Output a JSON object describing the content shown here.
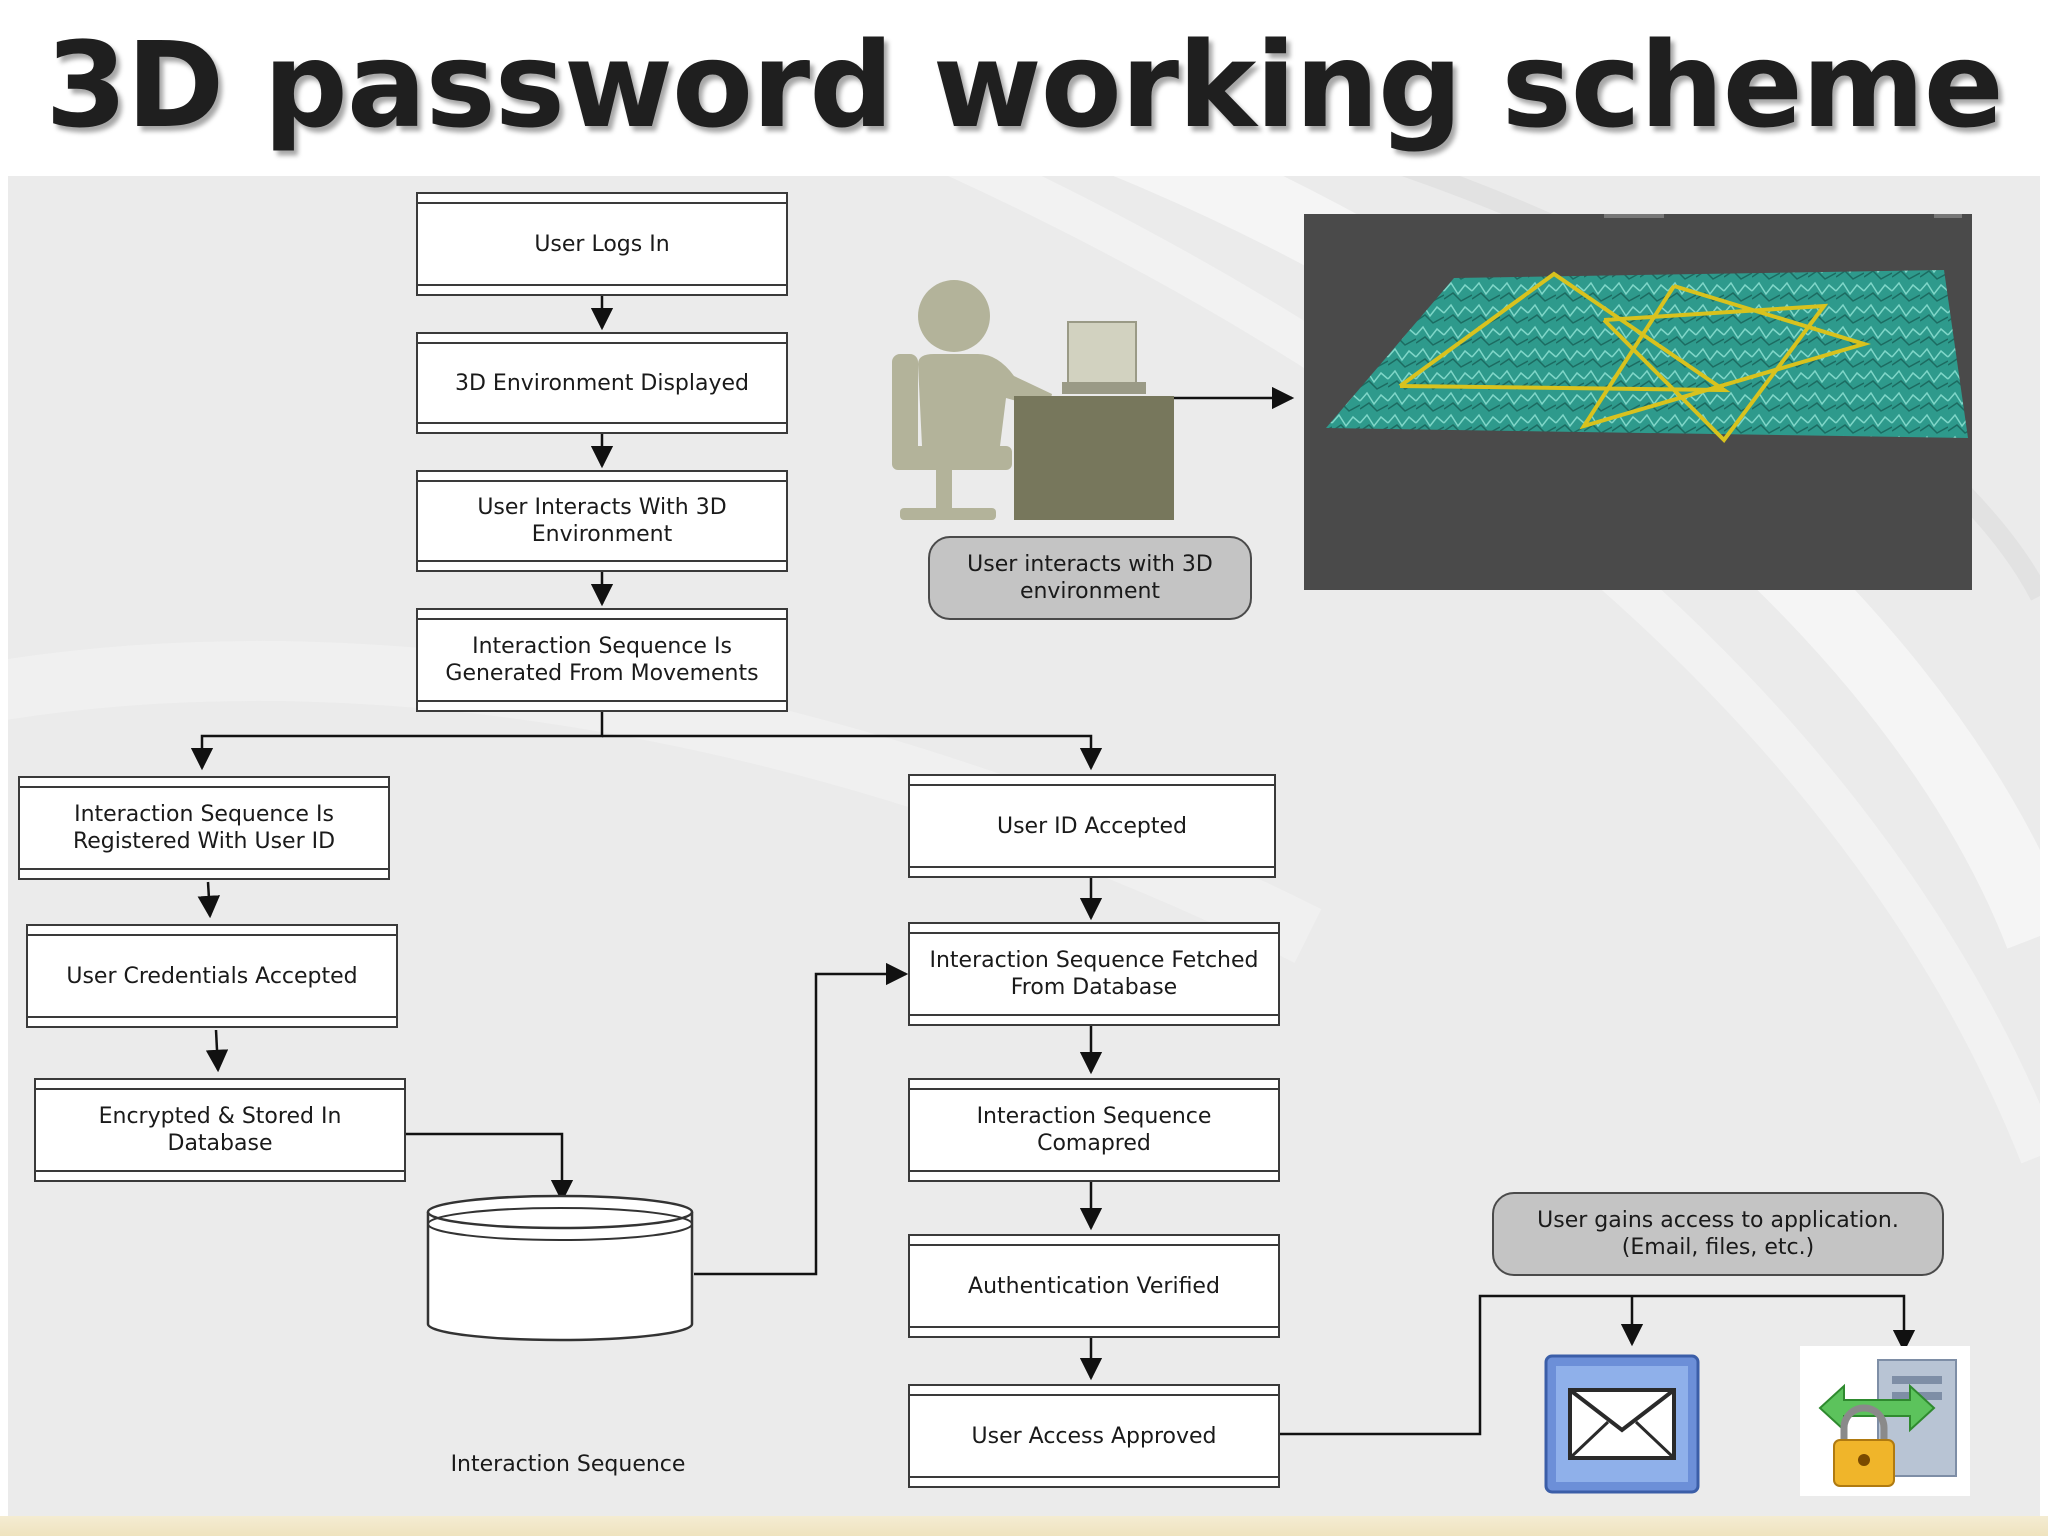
{
  "slide": {
    "title": "3D password working scheme"
  },
  "flow": {
    "main": [
      "User Logs In",
      "3D Environment Displayed",
      "User Interacts With 3D Environment",
      "Interaction Sequence Is Generated From Movements"
    ],
    "registration": [
      "Interaction Sequence Is Registered With User ID",
      "User Credentials Accepted",
      "Encrypted & Stored In Database"
    ],
    "database": "Interaction Sequence",
    "authentication": [
      "User ID Accepted",
      "Interaction Sequence Fetched From Database",
      "Interaction Sequence Comapred",
      "Authentication Verified",
      "User Access Approved"
    ]
  },
  "callouts": {
    "user_interacts": "User interacts with 3D environment",
    "user_gains_access": "User gains access to application. (Email, files, etc.)"
  },
  "icons": {
    "user": "person-at-computer-icon",
    "environment": "3d-environment-render",
    "email": "envelope-icon",
    "files": "locked-files-icon"
  },
  "colors": {
    "environment_surface": "#2e9a8c",
    "environment_path": "#d8c21e",
    "figure": "#b3b39a",
    "desk": "#77775c",
    "email_tile": "#6c8fd8"
  }
}
